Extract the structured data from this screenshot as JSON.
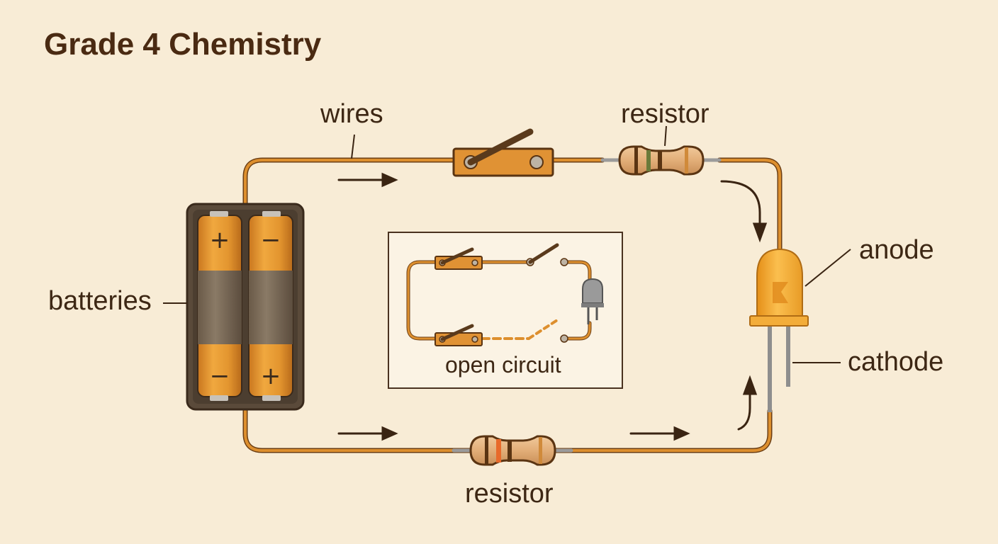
{
  "title": "Grade 4 Chemistry",
  "labels": {
    "wires": "wires",
    "resistor_top": "resistor",
    "resistor_bottom": "resistor",
    "batteries": "batteries",
    "anode": "anode",
    "cathode": "cathode",
    "open_circuit": "open circuit"
  },
  "battery_signs": {
    "left_top": "+",
    "left_bottom": "−",
    "right_top": "−",
    "right_bottom": "+"
  },
  "colors": {
    "background": "#f8ecd6",
    "wire": "#d4872a",
    "text": "#3d2714",
    "battery_orange": "#e6992f",
    "led": "#f3ad3a"
  }
}
